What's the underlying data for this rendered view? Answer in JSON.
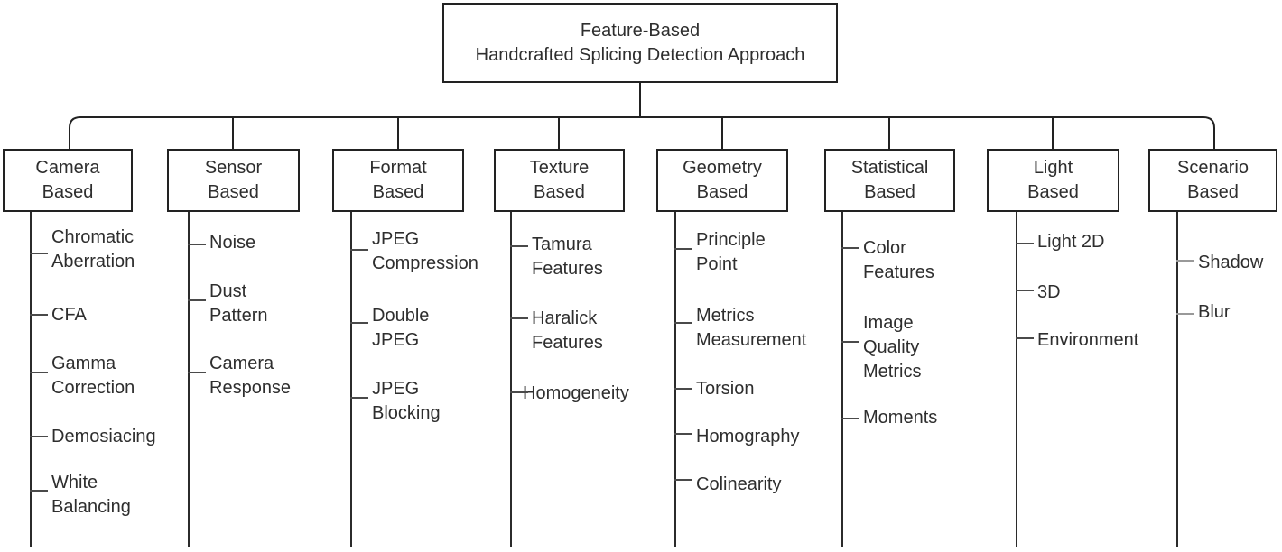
{
  "diagram": {
    "root_title": "Feature-Based\nHandcrafted Splicing Detection Approach",
    "columns": [
      {
        "title": "Camera\nBased",
        "items": [
          "Chromatic\nAberration",
          "CFA",
          "Gamma\nCorrection",
          "Demosiacing",
          "White\nBalancing"
        ]
      },
      {
        "title": "Sensor\nBased",
        "items": [
          "Noise",
          "Dust\nPattern",
          "Camera\nResponse"
        ]
      },
      {
        "title": "Format\nBased",
        "items": [
          "JPEG\nCompression",
          "Double\nJPEG",
          "JPEG\nBlocking"
        ]
      },
      {
        "title": "Texture\nBased",
        "items": [
          "Tamura\nFeatures",
          "Haralick\nFeatures",
          "Homogeneity"
        ]
      },
      {
        "title": "Geometry\nBased",
        "items": [
          "Principle\nPoint",
          "Metrics\nMeasurement",
          "Torsion",
          "Homography",
          "Colinearity"
        ]
      },
      {
        "title": "Statistical\nBased",
        "items": [
          "Color\nFeatures",
          "Image\nQuality\nMetrics",
          "Moments"
        ]
      },
      {
        "title": "Light\nBased",
        "items": [
          "Light 2D",
          "3D",
          "Environment"
        ]
      },
      {
        "title": "Scenario\nBased",
        "items": [
          "Shadow",
          "Blur"
        ]
      }
    ],
    "colors": {
      "line": "#222222",
      "text": "#2e2e2e",
      "background": "#ffffff"
    }
  }
}
